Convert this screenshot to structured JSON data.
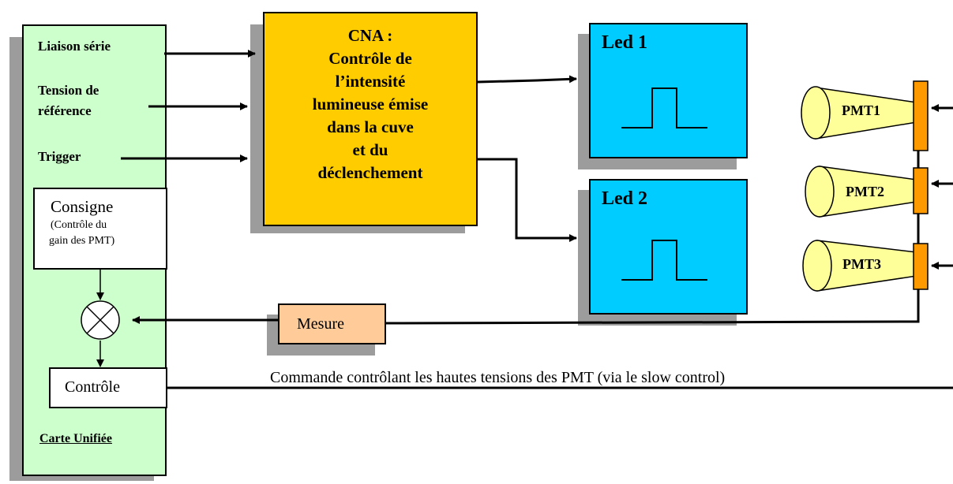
{
  "unified_card": {
    "inputs": [
      "Liaison série",
      "Tension de référence",
      "Trigger"
    ],
    "tension_line1": "Tension de",
    "tension_line2": "référence",
    "consigne_title": "Consigne",
    "consigne_line1": "(Contrôle du",
    "consigne_line2": "gain des PMT)",
    "controle": "Contrôle",
    "card_name": "Carte Unifiée"
  },
  "cna": {
    "line1": "CNA :",
    "line2": "Contrôle de",
    "line3": "l’intensité",
    "line4": "lumineuse émise",
    "line5": "dans la cuve",
    "line6": "et du",
    "line7": "déclenchement"
  },
  "leds": [
    "Led 1",
    "Led 2"
  ],
  "pmts": [
    "PMT1",
    "PMT2",
    "PMT3"
  ],
  "mesure": "Mesure",
  "command_label": "Commande contrôlant les hautes tensions des PMT (via le slow control)",
  "colors": {
    "card": "#ccffcc",
    "cna": "#ffcc00",
    "led": "#00ccff",
    "mesure": "#ffcc99",
    "pmt_body": "#ffff99",
    "pmt_base": "#ff9900",
    "shadow": "#9c9c9c"
  }
}
